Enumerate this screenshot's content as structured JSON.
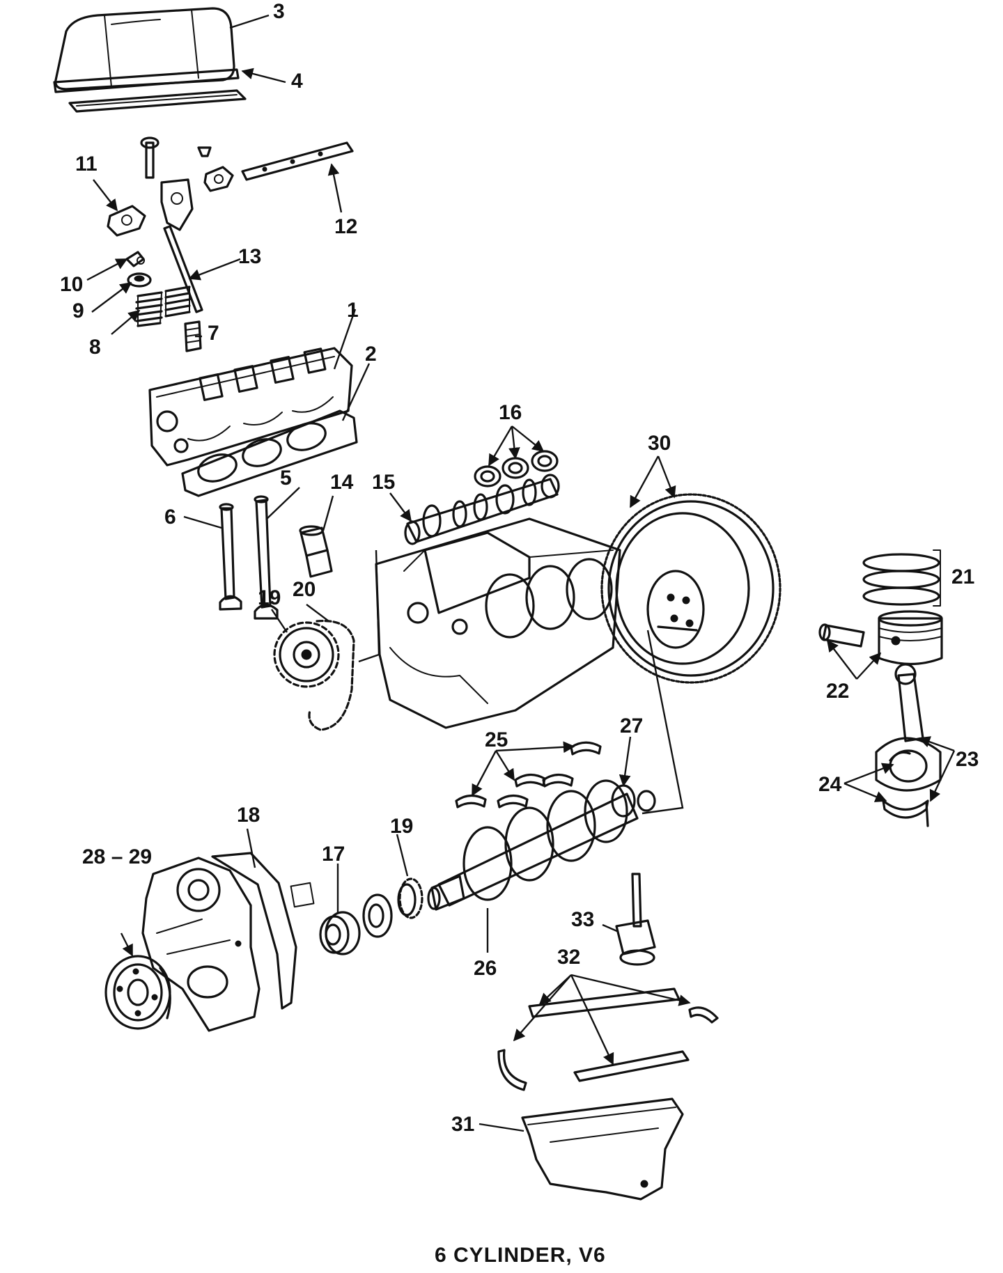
{
  "caption": "6 CYLINDER, V6",
  "callouts": {
    "c1": "1",
    "c2": "2",
    "c3": "3",
    "c4": "4",
    "c5": "5",
    "c6": "6",
    "c7": "7",
    "c8": "8",
    "c9": "9",
    "c10": "10",
    "c11": "11",
    "c12": "12",
    "c13": "13",
    "c14": "14",
    "c15": "15",
    "c16": "16",
    "c17": "17",
    "c18": "18",
    "c19a": "19",
    "c19b": "19",
    "c20": "20",
    "c21": "21",
    "c22": "22",
    "c23": "23",
    "c24": "24",
    "c25": "25",
    "c26": "26",
    "c27": "27",
    "c2829": "28 – 29",
    "c30": "30",
    "c31": "31",
    "c32": "32",
    "c33": "33"
  }
}
